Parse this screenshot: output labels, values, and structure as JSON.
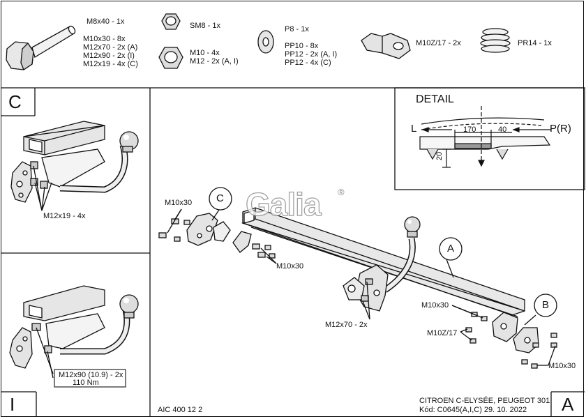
{
  "parts": {
    "bolt": {
      "main": "M8x40 - 1x",
      "lines": [
        "M10x30 - 8x",
        "M12x70 - 2x (A)",
        "M12x90 - 2x (I)",
        "M12x19 - 4x (C)"
      ]
    },
    "nut_sm": {
      "label": "SM8 - 1x"
    },
    "nut": {
      "lines": [
        "M10 - 4x",
        "M12 - 2x (A, I)"
      ]
    },
    "washer": {
      "main": "P8 - 1x",
      "lines": [
        "PP10 - 8x",
        "PP12 - 2x (A, I)",
        "PP12 - 4x (C)"
      ]
    },
    "bracket": {
      "label": "M10Z/17 - 2x"
    },
    "spring": {
      "label": "PR14 - 1x"
    }
  },
  "panel_c": {
    "letter": "C",
    "callout": "M12x19 - 4x"
  },
  "panel_i": {
    "letter": "I",
    "callout_lines": [
      "M12x90 (10.9) - 2x",
      "110 Nm"
    ]
  },
  "detail": {
    "title": "DETAIL",
    "left": "L",
    "right": "P(R)",
    "dim1": "170",
    "dim2": "40",
    "dim3": "20"
  },
  "main": {
    "logo": "Galia",
    "logo_mark": "®",
    "labels": {
      "c": "C",
      "a": "A",
      "b": "B",
      "m10x30_left": "M10x30",
      "m10x30_mid": "M10x30",
      "m12x70": "M12x70 - 2x",
      "m10x30_right": "M10x30",
      "m10z": "M10Z/17",
      "m10x30_br": "M10x30"
    },
    "footer_code": "AIC 400 12 2",
    "footer_vehicle": "CITROEN C-ELYSÉE, PEUGEOT 301",
    "footer_kod": "Kód: C0645(A,I,C)  29. 10. 2022",
    "corner_letter": "A"
  }
}
